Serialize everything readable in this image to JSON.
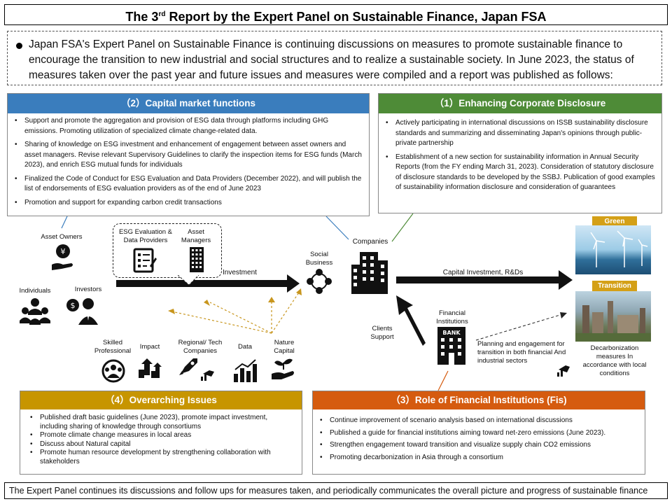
{
  "title": {
    "main_a": "The 3",
    "sup": "rd",
    "main_b": " Report by the Expert Panel on Sustainable Finance, Japan FSA"
  },
  "intro": "Japan FSA's Expert Panel on Sustainable Finance is continuing discussions on measures to promote sustainable finance to encourage the transition to new industrial and social structures  and to realize a sustainable society. In June 2023, the status of measures taken over the past year and future  issues and measures were compiled and a report was published as follows:",
  "capital": {
    "heading": "（2）Capital market functions",
    "items": [
      "Support and promote the aggregation  and provision of ESG data through platforms including GHG emissions.  Promoting  utilization  of specialized  climate  change-related  data.",
      "Sharing of knowledge on ESG investment and enhancement of engagement  between asset owners and asset managers.  Revise relevant Supervisory Guidelines  to clarify the inspection items for ESG funds (March 2023), and enrich ESG mutual funds for individuals",
      "Finalized the Code of Conduct for ESG Evaluation  and Data Providers (December 2022), and will publish the list of endorsements  of ESG evaluation  providers as of the end of June 2023",
      "Promotion  and support for expanding carbon credit transactions"
    ]
  },
  "disclosure": {
    "heading": "（1）Enhancing Corporate Disclosure",
    "items": [
      "Actively participating  in international  discussions on ISSB  sustainability disclosure standards and summarizing  and disseminating  Japan's opinions  through public-private partnership",
      "Establishment   of a new section for sustainability information  in Annual Security Reports (from the FY ending March 31, 2023). Consideration  of statutory disclosure of disclosure standards to be developed by the SSBJ. Publication  of good examples of sustainability  information disclosure and consideration  of guarantees"
    ]
  },
  "issues": {
    "heading": "（4）Overarching Issues",
    "items": [
      "Published  draft basic guidelines  (June 2023), promote  impact investment,  including  sharing of knowledge through consortiums",
      "Promote  climate  change measures in local areas",
      "Discuss about Natural capital",
      "Promote  human resource development  by strengthening  collaboration with stakeholders"
    ]
  },
  "financial": {
    "heading": "（3）Role of Financial Institutions  (Fis)",
    "items": [
      "Continue  improvement   of scenario analysis based on international  discussions",
      "Published  a  guide for financial institutions  aiming toward net-zero emissions  (June 2023).",
      "Strengthen  engagement  toward transition  and visualize supply chain CO2  emissions",
      "Promoting   decarbonization  in Asia through  a consortium"
    ]
  },
  "diagram": {
    "asset_owners": "Asset  Owners",
    "individuals": "Individuals",
    "investors": "Investors",
    "esg_providers": "ESG Evaluation & Data Providers",
    "asset_managers": "Asset Managers",
    "investment": "Investment",
    "social_business": "Social Business",
    "companies": "Companies",
    "capital_investment": "Capital Investment, R&Ds",
    "green": "Green",
    "transition": "Transition",
    "financial_institutions": "Financial Institutions",
    "clients_support": "Clients Support",
    "bank": "BANK",
    "planning_engagement": "Planning and engagement for transition in both financial And industrial sectors",
    "decarbonization": "Decarbonization measures In accordance with local conditions",
    "skilled_professional": "Skilled Professional",
    "impact": "Impact",
    "regional_tech": "Regional/ Tech Companies",
    "data": "Data",
    "nature_capital": "Nature Capital"
  },
  "footer": "The Expert Panel continues its discussions and follow ups for measures taken, and periodically communicates the overall picture and progress of sustainable finance",
  "colors": {
    "capital": "#3a7dbd",
    "disclosure": "#4e8b37",
    "issues": "#c79500",
    "financial": "#d55b0f",
    "connector_dash": "#c8961e"
  }
}
